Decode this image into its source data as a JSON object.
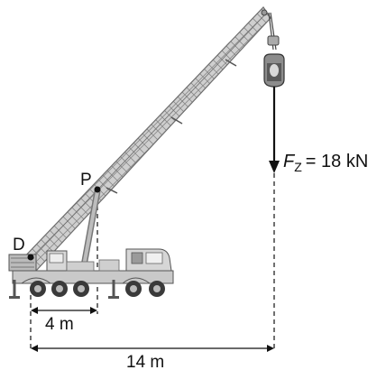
{
  "labels": {
    "point_p": "P",
    "point_d": "D",
    "force_symbol": "F",
    "force_subscript": "Z",
    "force_value": "= 18 kN",
    "dim_short": "4 m",
    "dim_long": "14 m"
  },
  "colors": {
    "ink": "#111111",
    "boom_fill": "#c9c9c9",
    "boom_edge": "#7a7a7a",
    "truck_fill": "#d2d2d2",
    "tire": "#3a3a3a"
  }
}
